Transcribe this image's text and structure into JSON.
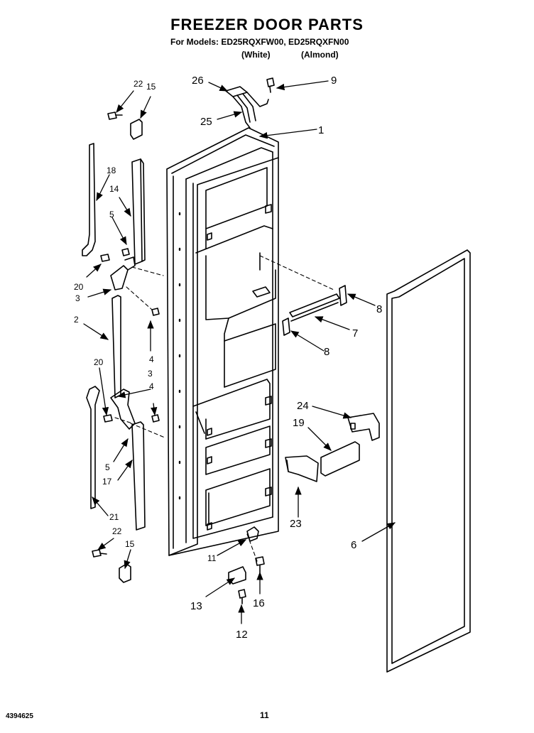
{
  "header": {
    "title": "FREEZER DOOR PARTS",
    "models_line": "For Models: ED25RQXFW00, ED25RQXFN00",
    "color_white": "(White)",
    "color_almond": "(Almond)"
  },
  "footer": {
    "doc_number": "4394625",
    "page_number": "11"
  },
  "callouts": [
    {
      "id": "c1",
      "number": "1"
    },
    {
      "id": "c2",
      "number": "2"
    },
    {
      "id": "c3a",
      "number": "3"
    },
    {
      "id": "c3b",
      "number": "3"
    },
    {
      "id": "c4a",
      "number": "4"
    },
    {
      "id": "c4b",
      "number": "4"
    },
    {
      "id": "c5a",
      "number": "5"
    },
    {
      "id": "c5b",
      "number": "5"
    },
    {
      "id": "c6",
      "number": "6"
    },
    {
      "id": "c7",
      "number": "7"
    },
    {
      "id": "c8a",
      "number": "8"
    },
    {
      "id": "c8b",
      "number": "8"
    },
    {
      "id": "c9",
      "number": "9"
    },
    {
      "id": "c11",
      "number": "11"
    },
    {
      "id": "c12",
      "number": "12"
    },
    {
      "id": "c13",
      "number": "13"
    },
    {
      "id": "c14",
      "number": "14"
    },
    {
      "id": "c15a",
      "number": "15"
    },
    {
      "id": "c15b",
      "number": "15"
    },
    {
      "id": "c16",
      "number": "16"
    },
    {
      "id": "c17",
      "number": "17"
    },
    {
      "id": "c18",
      "number": "18"
    },
    {
      "id": "c19",
      "number": "19"
    },
    {
      "id": "c20a",
      "number": "20"
    },
    {
      "id": "c20b",
      "number": "20"
    },
    {
      "id": "c21",
      "number": "21"
    },
    {
      "id": "c22a",
      "number": "22"
    },
    {
      "id": "c22b",
      "number": "22"
    },
    {
      "id": "c23",
      "number": "23"
    },
    {
      "id": "c24",
      "number": "24"
    },
    {
      "id": "c25",
      "number": "25"
    },
    {
      "id": "c26",
      "number": "26"
    }
  ]
}
